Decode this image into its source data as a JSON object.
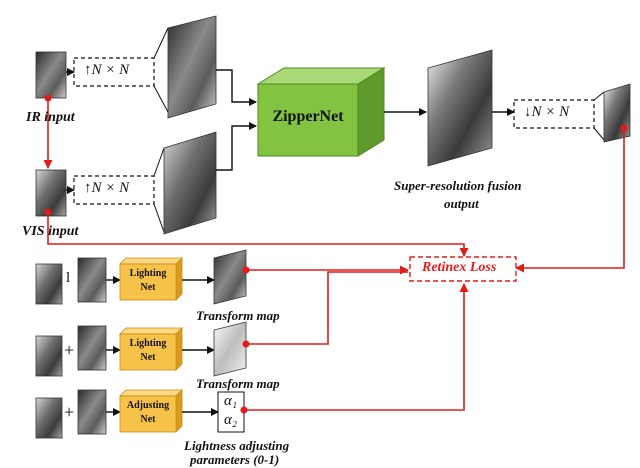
{
  "labels": {
    "ir_input": "IR input",
    "vis_input": "VIS input",
    "zippernet": "ZipperNet",
    "sr_output_line1": "Super-resolution fusion",
    "sr_output_line2": "output",
    "upsample_ir": "↑N × N",
    "upsample_vis": "↑N × N",
    "downsample": "↓N × N",
    "retinex_loss": "Retinex Loss",
    "lighting_net_1_line1": "Lighting",
    "lighting_net_1_line2": "Net",
    "lighting_net_2_line1": "Lighting",
    "lighting_net_2_line2": "Net",
    "adjusting_net_line1": "Adjusting",
    "adjusting_net_line2": "Net",
    "transform_map_1": "Transform map",
    "transform_map_2": "Transform map",
    "lightness_line1": "Lightness adjusting",
    "lightness_line2": "parameters (0-1)",
    "alpha_1": "α₁",
    "alpha_2": "α₂",
    "op_row1": "l",
    "op_row2": "+",
    "op_row3": "+"
  },
  "colors": {
    "zippernet_front": "#82c341",
    "zippernet_top": "#a9d977",
    "zippernet_side": "#5e9a2c",
    "net_box_front": "#f7c24a",
    "net_box_top": "#fbd982",
    "net_box_side": "#d99a20",
    "loss_red": "#e21b1b"
  }
}
